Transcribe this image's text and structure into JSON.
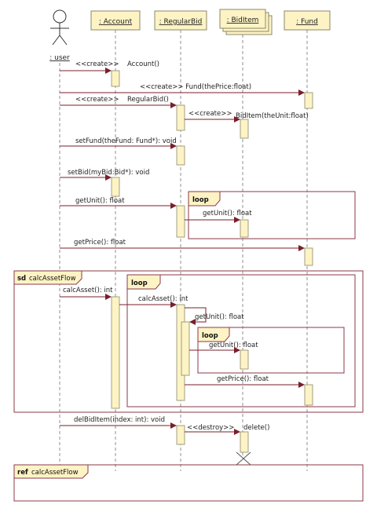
{
  "actor": {
    "name": ": user"
  },
  "lifelines": [
    {
      "key": "account",
      "name": ": Account"
    },
    {
      "key": "regularbid",
      "name": ": RegularBid"
    },
    {
      "key": "biditem",
      "name": ": BidItem"
    },
    {
      "key": "fund",
      "name": ": Fund"
    }
  ],
  "messages": {
    "m1": "<<create>>",
    "m1b": "Account()",
    "m2": "<<create>>  Fund(thePrice:float)",
    "m3": "<<create>>",
    "m3b": "RegularBid()",
    "m4": "<<create>>",
    "m4b": "BidItem(theUnit:float)",
    "m5": "setFund(theFund: Fund*): void",
    "m6": "setBid(myBid:Bid*): void",
    "m7": "getUnit(): float",
    "m8": "getUnit(): float",
    "m9": "getPrice(): float",
    "m10": "calcAsset(): int",
    "m11": "calcAsset(): int",
    "m12": "getUnit(): float",
    "m13": "getUnit(): float",
    "m14": "getPrice(): float",
    "m15": "delBidItem(index: int): void",
    "m16": "<<destroy>>",
    "m17": "delete()"
  },
  "frames": {
    "loop1_kw": "loop",
    "sd_kw": "sd",
    "sd_name": "calcAssetFlow",
    "loop2_kw": "loop",
    "loop3_kw": "loop",
    "ref_kw": "ref",
    "ref_name": "calcAssetFlow"
  },
  "colors": {
    "lifeline_box": "#fdf3c4",
    "activation": "#fdf3c4",
    "message": "#7a1f2b",
    "frame": "#8b3a4a",
    "tab": "#fdf3c4"
  }
}
